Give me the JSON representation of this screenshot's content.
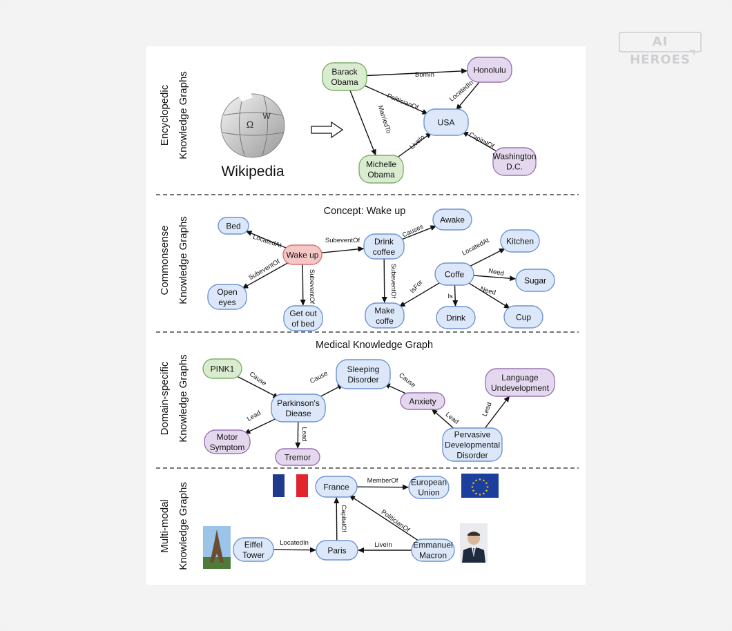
{
  "brand": {
    "logo_text": "AI HEROES"
  },
  "colors": {
    "blue_fill": "#dce8fa",
    "blue_stroke": "#6c93cf",
    "green_fill": "#d9ecd0",
    "green_stroke": "#7fae68",
    "purple_fill": "#e4d8ee",
    "purple_stroke": "#9a72b3",
    "red_fill": "#f6c7c7",
    "red_stroke": "#d97272"
  },
  "sections": [
    {
      "label_line1": "Encyclopedic",
      "label_line2": "Knowledge Graphs"
    },
    {
      "label_line1": "Commonsense",
      "label_line2": "Knowledge Graphs"
    },
    {
      "label_line1": "Domain-specific",
      "label_line2": "Knowledge Graphs"
    },
    {
      "label_line1": "Multi-modal",
      "label_line2": "Knowledge Graphs"
    }
  ],
  "encyclopedic": {
    "source_label": "Wikipedia",
    "nodes": {
      "obama": [
        "Barack",
        "Obama"
      ],
      "honolulu": [
        "Honolulu"
      ],
      "usa": [
        "USA"
      ],
      "michelle": [
        "Michelle",
        "Obama"
      ],
      "washington": [
        "Washington",
        "D.C."
      ]
    },
    "edges": {
      "born_in": "BornIn",
      "politician_of": "PoliticianOf",
      "married_to": "MarriedTo",
      "located_in": "LocatedIn",
      "live_in": "LiveIn",
      "capital_of": "CapitalOf"
    }
  },
  "commonsense": {
    "title": "Concept: Wake up",
    "nodes": {
      "bed": [
        "Bed"
      ],
      "wake_up": [
        "Wake up"
      ],
      "open_eyes": [
        "Open",
        "eyes"
      ],
      "get_out": [
        "Get out",
        "of bed"
      ],
      "drink_coffee": [
        "Drink",
        "coffee"
      ],
      "awake": [
        "Awake"
      ],
      "make_coffe": [
        "Make",
        "coffe"
      ],
      "coffe": [
        "Coffe"
      ],
      "kitchen": [
        "Kitchen"
      ],
      "sugar": [
        "Sugar"
      ],
      "drink": [
        "Drink"
      ],
      "cup": [
        "Cup"
      ]
    },
    "edges": {
      "located_at": "LocatedAt",
      "subevent_of_1": "SubeventOf",
      "subevent_of_2": "SubeventOf",
      "subevent_of_3": "SubeventOf",
      "subevent_of_4": "SubeventOf",
      "causes": "Causes",
      "located_at_2": "LocatedAt",
      "need_1": "Need",
      "need_2": "Need",
      "is": "Is",
      "is_for": "IsFor"
    }
  },
  "medical": {
    "title": "Medical Knowledge Graph",
    "nodes": {
      "pink1": [
        "PINK1"
      ],
      "parkinsons": [
        "Parkinson's",
        "Diease"
      ],
      "sleeping": [
        "Sleeping",
        "Disorder"
      ],
      "anxiety": [
        "Anxiety"
      ],
      "language": [
        "Language",
        "Undevelopment"
      ],
      "motor": [
        "Motor",
        "Symptom"
      ],
      "tremor": [
        "Tremor"
      ],
      "pervasive": [
        "Pervasive",
        "Developmental",
        "Disorder"
      ]
    },
    "edges": {
      "cause_1": "Cause",
      "cause_2": "Cause",
      "cause_3": "Cause",
      "lead_1": "Lead",
      "lead_2": "Lead",
      "lead_3": "Lead",
      "lead_4": "Lead"
    }
  },
  "multimodal": {
    "nodes": {
      "france": [
        "France"
      ],
      "eu": [
        "European",
        "Union"
      ],
      "eiffel": [
        "Eiffel",
        "Tower"
      ],
      "paris": [
        "Paris"
      ],
      "macron": [
        "Emmanuel",
        "Macron"
      ]
    },
    "edges": {
      "member_of": "MemberOf",
      "capital_of": "CapitalOf",
      "politician_of": "PoliticianOf",
      "located_in": "LocatedIn",
      "live_in": "LiveIn"
    }
  }
}
